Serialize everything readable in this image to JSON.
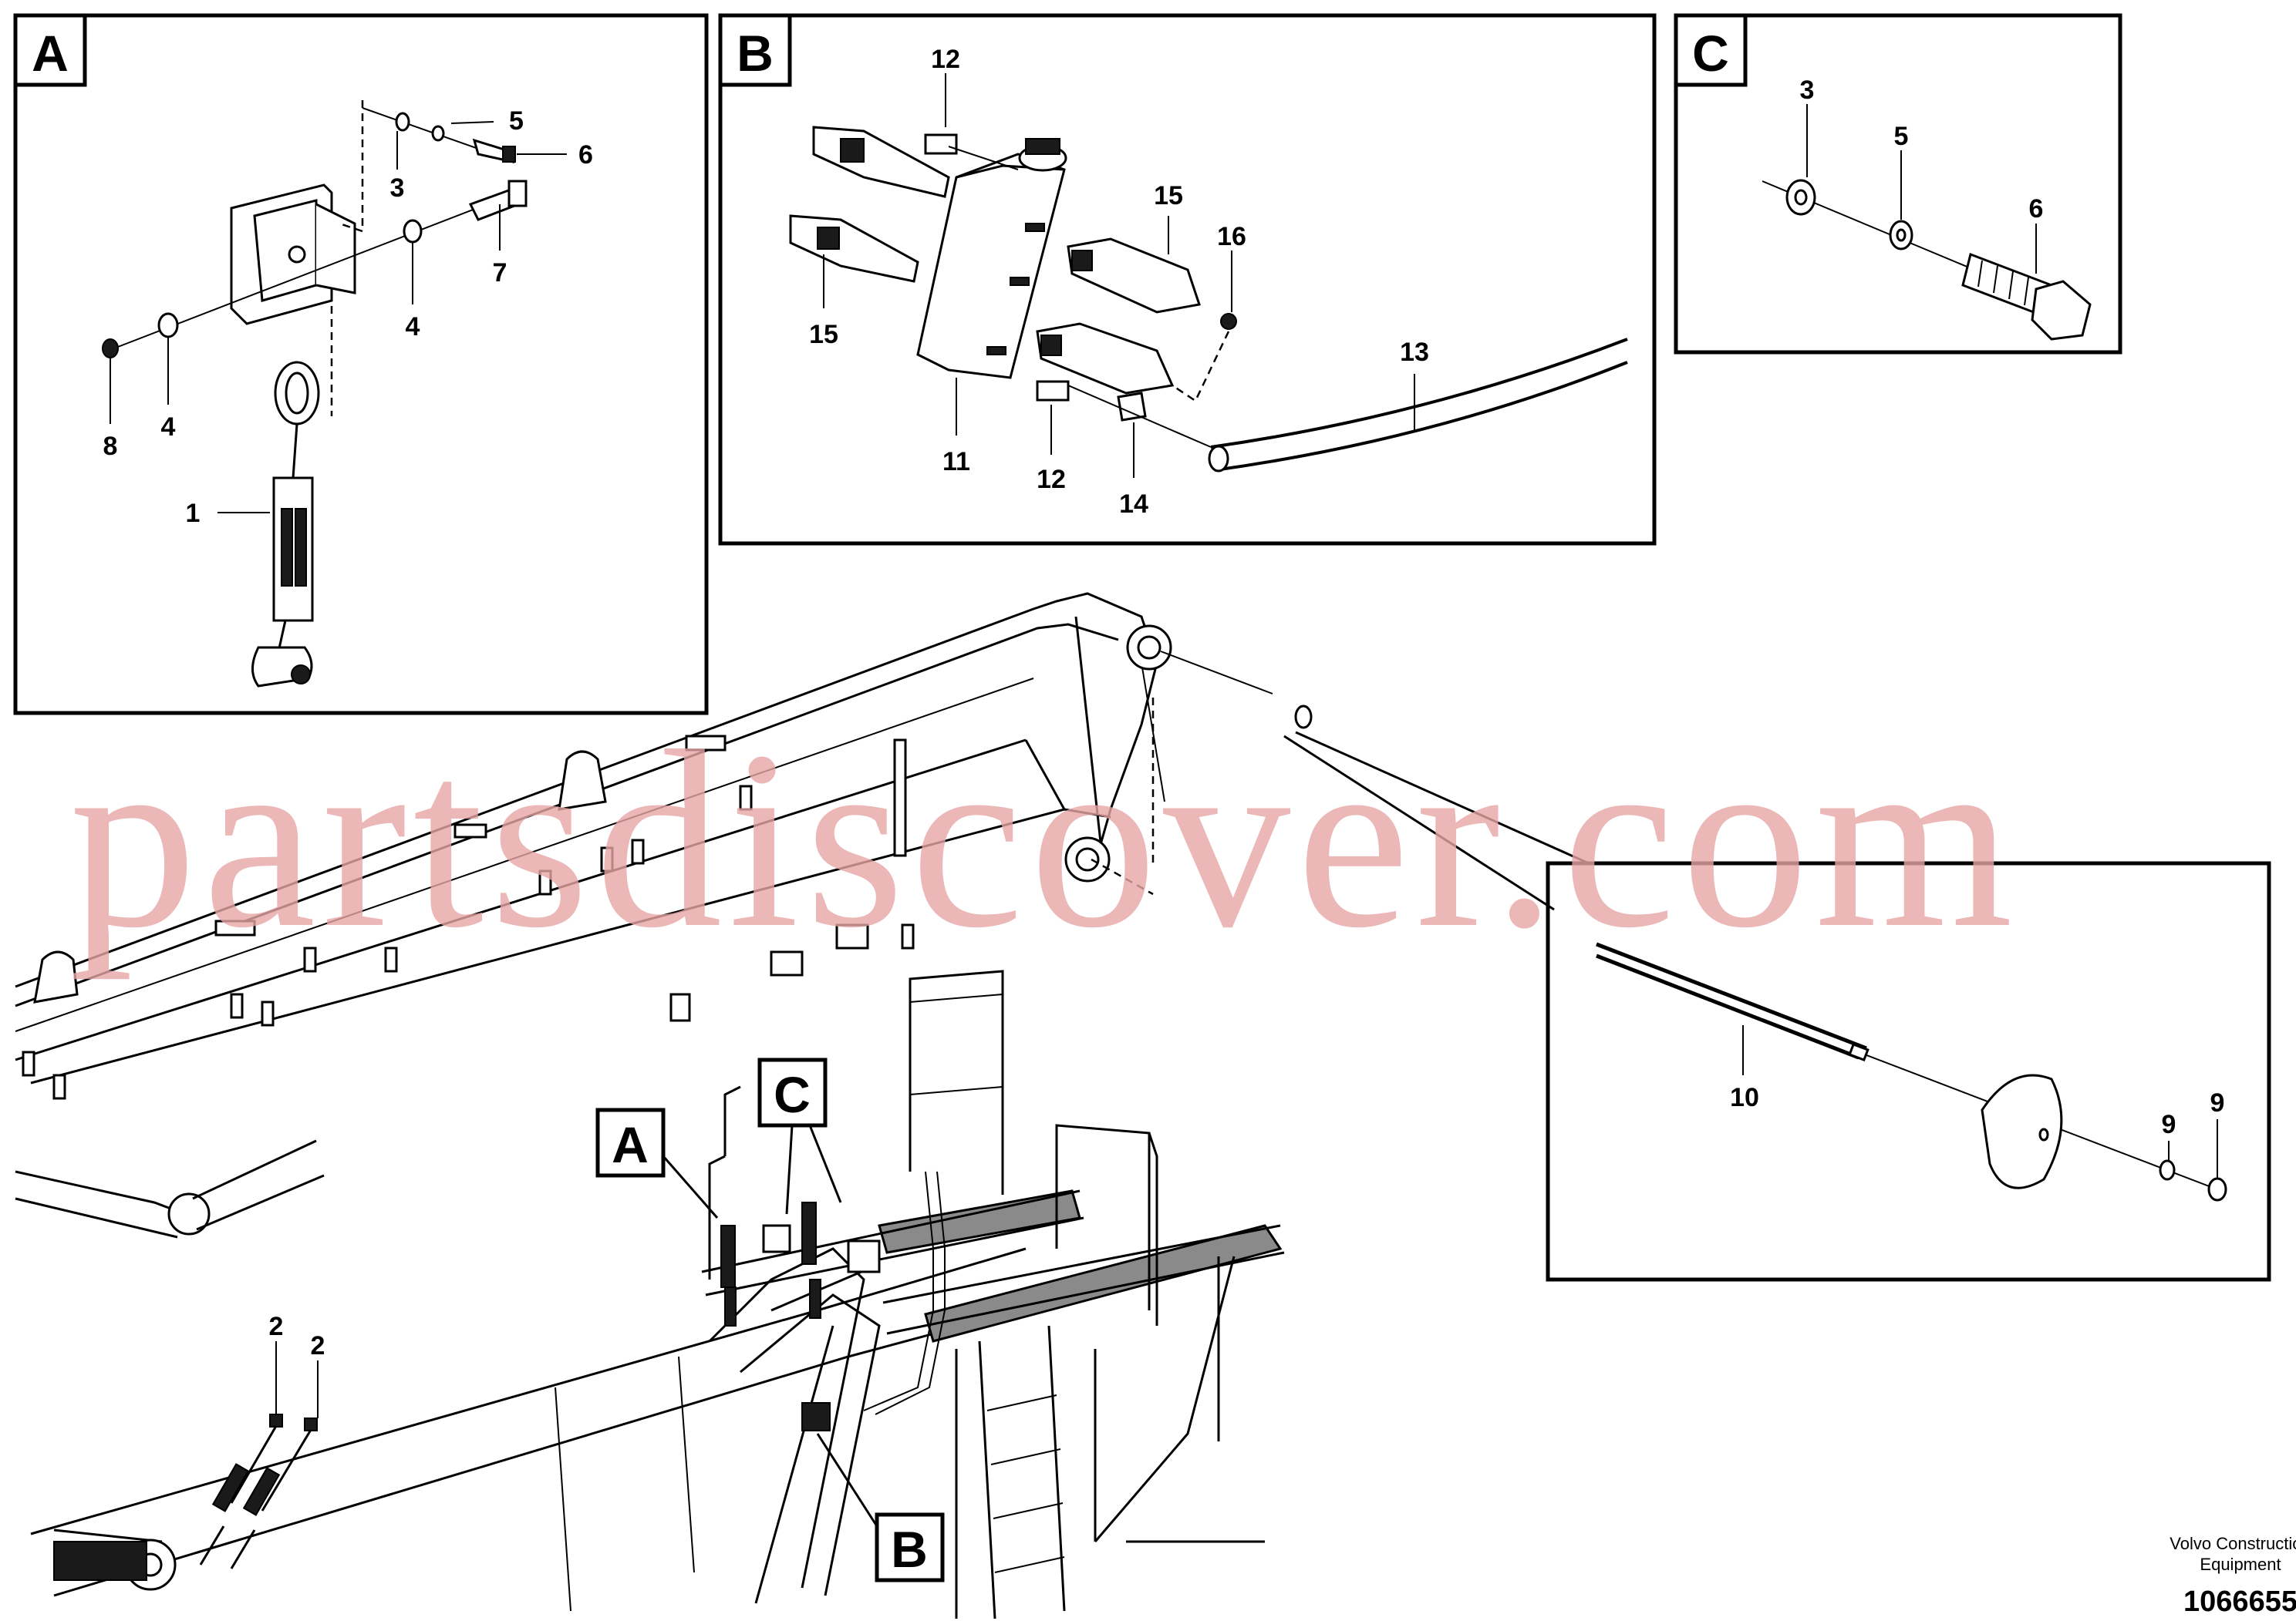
{
  "panels": {
    "a": {
      "letter": "A"
    },
    "b": {
      "letter": "B"
    },
    "c": {
      "letter": "C"
    }
  },
  "callouts": {
    "a": {
      "p3": "3",
      "p5": "5",
      "p6": "6",
      "p7": "7",
      "p4a": "4",
      "p4b": "4",
      "p8": "8",
      "p1": "1"
    },
    "b": {
      "p12a": "12",
      "p15a": "15",
      "p16": "16",
      "p15b": "15",
      "p13": "13",
      "p11": "11",
      "p12b": "12",
      "p14": "14"
    },
    "c": {
      "p3": "3",
      "p5": "5",
      "p6": "6"
    },
    "detail": {
      "p10": "10",
      "p9a": "9",
      "p9b": "9"
    },
    "main": {
      "p2a": "2",
      "p2b": "2",
      "ref_a": "A",
      "ref_c": "C",
      "ref_b": "B"
    }
  },
  "watermark": "partsdiscover.com",
  "footer": {
    "company_line1": "Volvo Construction",
    "company_line2": "Equipment",
    "drawing_number": "1066655"
  }
}
